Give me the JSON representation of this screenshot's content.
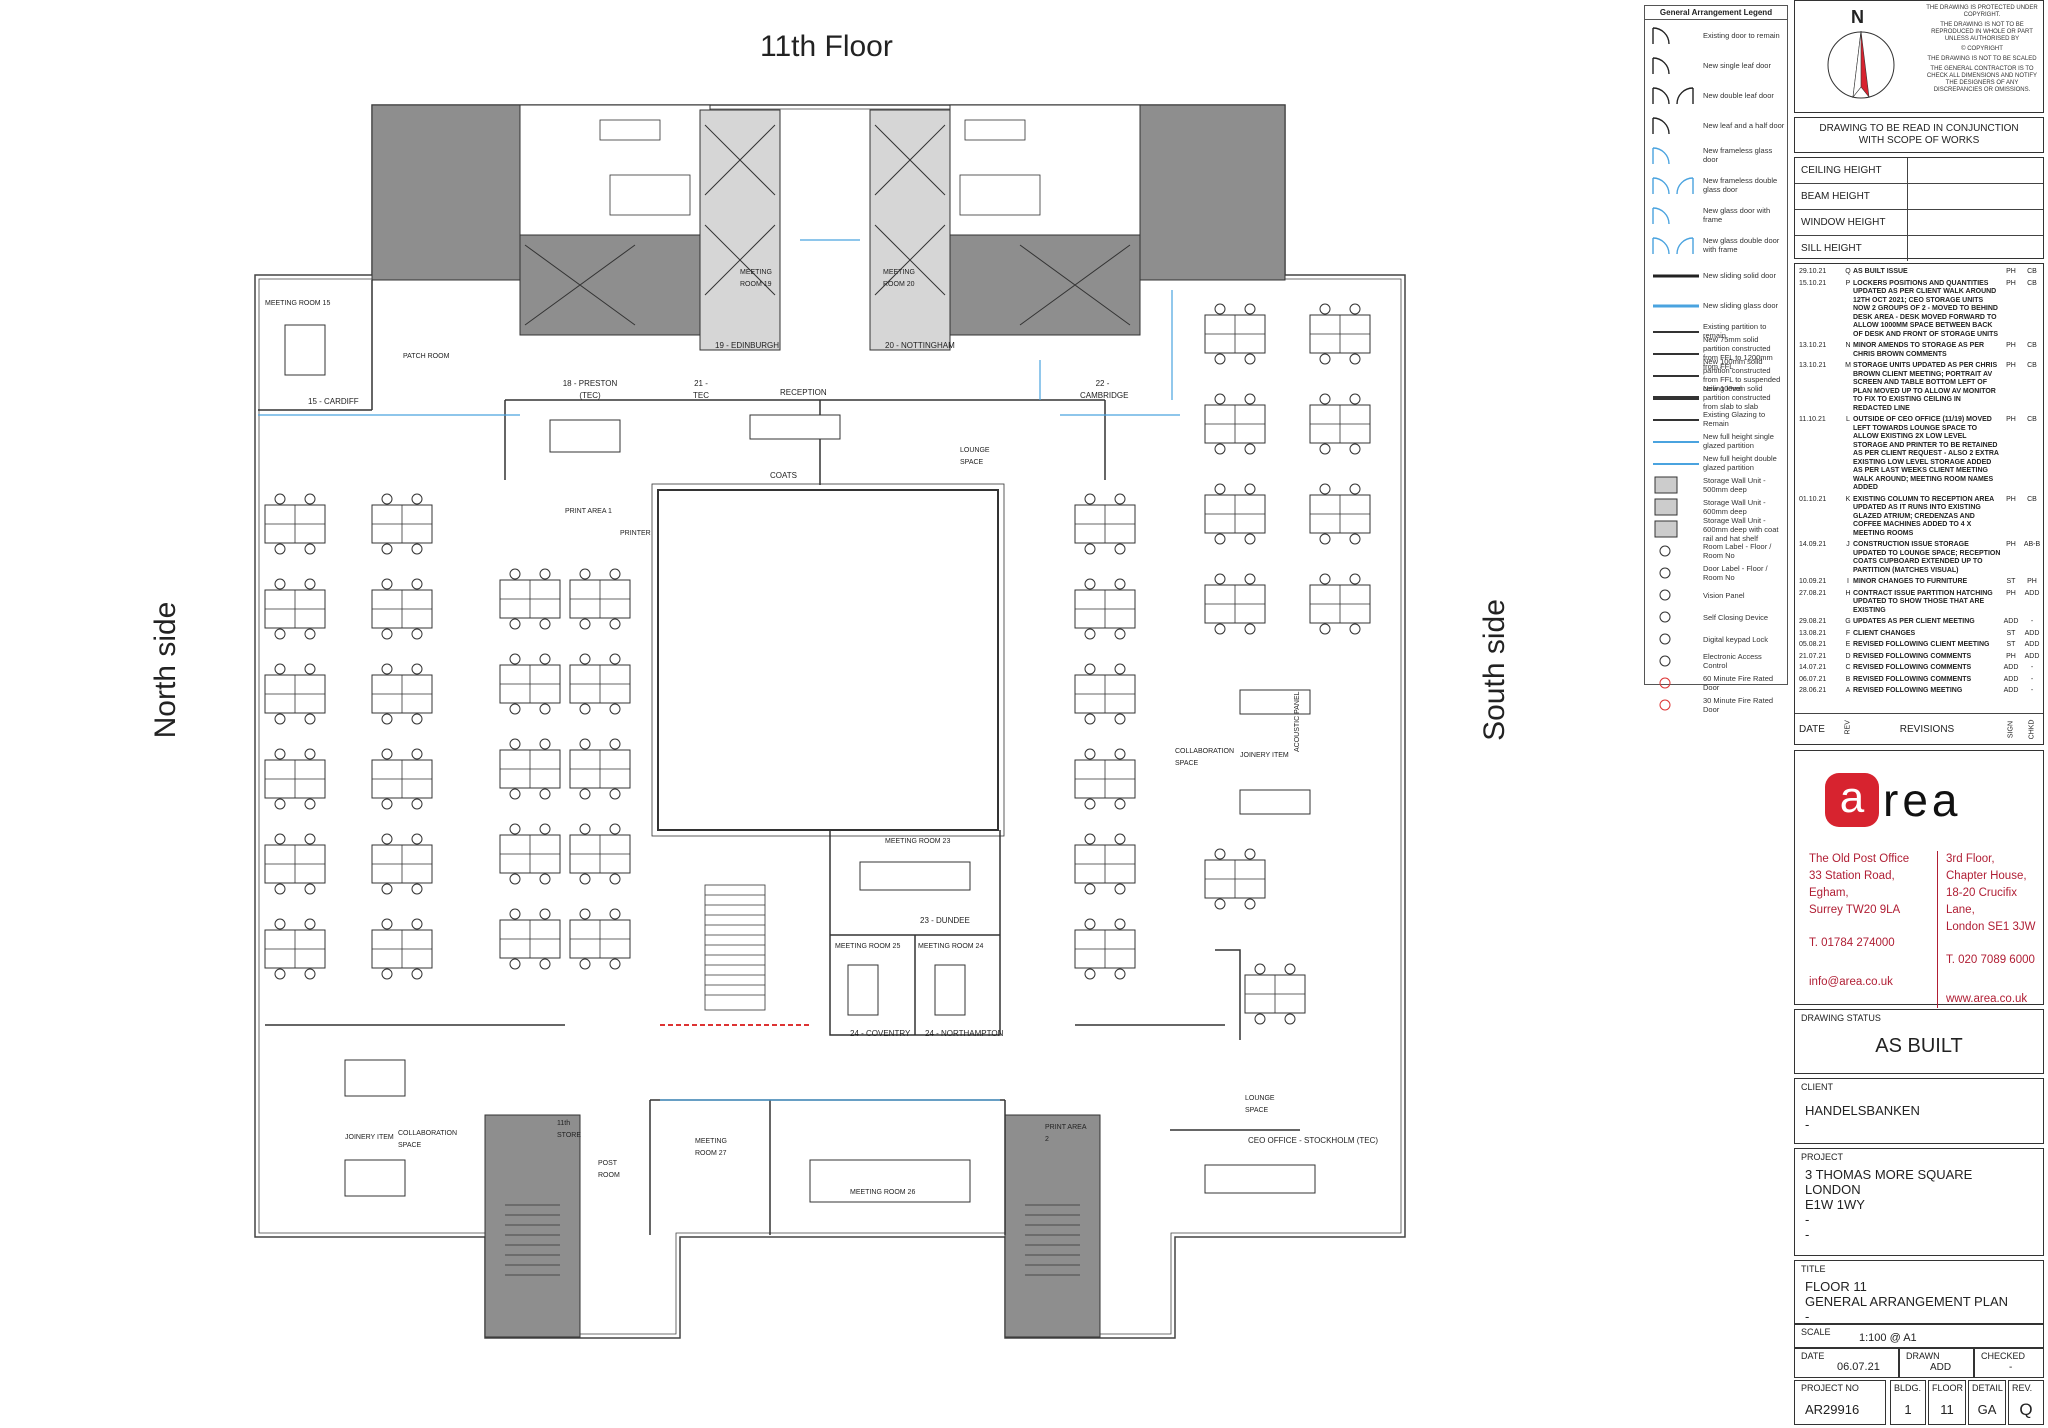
{
  "page_title": "11th Floor",
  "side_left": "North side",
  "side_right": "South side",
  "rooms": {
    "r15": "MEETING ROOM 15",
    "cardiff": "15 - CARDIFF",
    "patch": "PATCH ROOM",
    "edinburgh": "19 - EDINBURGH",
    "mr19": "MEETING ROOM 19",
    "mr20": "MEETING ROOM 20",
    "nottingham": "20 - NOTTINGHAM",
    "preston": "18 - PRESTON (TEC)",
    "tec21": "21 - TEC",
    "reception": "RECEPTION",
    "coats": "COATS",
    "lounge1": "LOUNGE SPACE",
    "cambridge": "22 - CAMBRIDGE",
    "print1": "PRINT AREA 1",
    "printer": "PRINTER",
    "mr23": "MEETING ROOM 23",
    "dundee": "23 - DUNDEE",
    "mr25": "MEETING ROOM 25",
    "mr24": "MEETING ROOM 24",
    "coventry": "24 - COVENTRY",
    "northampton": "24 - NORTHAMPTON",
    "collab1": "COLLABORATION SPACE",
    "joinery1": "JOINERY ITEM",
    "acoustic": "ACOUSTIC PANEL",
    "collab2": "COLLABORATION SPACE",
    "joinery2": "JOINERY ITEM",
    "store": "11th STORE",
    "post": "POST ROOM",
    "mr27": "MEETING ROOM 27",
    "mr26": "MEETING ROOM 26",
    "print2": "PRINT AREA 2",
    "lounge2": "LOUNGE SPACE",
    "ceo": "CEO OFFICE - STOCKHOLM (TEC)"
  },
  "legend": {
    "title": "General Arrangement Legend",
    "items": [
      "Existing door to remain",
      "New single leaf door",
      "New double leaf door",
      "New leaf and a half door",
      "New frameless glass door",
      "New frameless double glass door",
      "New glass door with frame",
      "New glass double door with frame",
      "New sliding solid door",
      "New sliding glass door",
      "Existing partition to remain",
      "New 75mm solid partition constructed from FFL to 1200mm from FFL",
      "New 100mm solid partition constructed from FFL to suspended ceiling level",
      "New 100mm solid partition constructed from slab to slab",
      "Existing Glazing to Remain",
      "New full height single glazed partition",
      "New full height double glazed partition",
      "Storage Wall Unit - 500mm deep",
      "Storage Wall Unit - 600mm deep",
      "Storage Wall Unit - 600mm deep with coat rail and hat shelf",
      "Room Label - Floor / Room No",
      "Door Label - Floor / Room No",
      "Vision Panel",
      "Self Closing Device",
      "Digital keypad Lock",
      "Electronic Access Control",
      "60 Minute Fire Rated Door",
      "30 Minute Fire Rated Door"
    ]
  },
  "north": {
    "letter": "N",
    "notes": [
      "THE DRAWING IS PROTECTED UNDER COPYRIGHT.",
      "THE DRAWING IS NOT TO BE REPRODUCED IN WHOLE OR PART UNLESS AUTHORISED BY",
      "© COPYRIGHT",
      "THE DRAWING IS NOT TO BE SCALED",
      "THE GENERAL CONTRACTOR IS TO CHECK ALL DIMENSIONS AND NOTIFY THE DESIGNERS OF ANY DISCREPANCIES OR OMISSIONS."
    ]
  },
  "read_with": "DRAWING TO BE READ IN CONJUNCTION WITH SCOPE OF WORKS",
  "heights": [
    "CEILING HEIGHT",
    "BEAM HEIGHT",
    "WINDOW HEIGHT",
    "SILL HEIGHT"
  ],
  "revisions": [
    {
      "date": "29.10.21",
      "rev": "Q",
      "desc": "AS BUILT ISSUE",
      "sign": "PH",
      "chkd": "CB"
    },
    {
      "date": "15.10.21",
      "rev": "P",
      "desc": "LOCKERS POSITIONS AND QUANTITIES UPDATED AS PER CLIENT WALK AROUND 12TH OCT 2021; CEO STORAGE UNITS NOW 2 GROUPS OF 2 - MOVED TO BEHIND DESK AREA - DESK MOVED FORWARD TO ALLOW 1000mm SPACE BETWEEN BACK OF DESK AND FRONT OF STORAGE UNITS",
      "sign": "PH",
      "chkd": "CB"
    },
    {
      "date": "13.10.21",
      "rev": "N",
      "desc": "MINOR AMENDS TO STORAGE AS PER CHRIS BROWN COMMENTS",
      "sign": "PH",
      "chkd": "CB"
    },
    {
      "date": "13.10.21",
      "rev": "M",
      "desc": "STORAGE UNITS UPDATED AS PER CHRIS BROWN CLIENT MEETING; PORTRAIT AV SCREEN AND TABLE BOTTOM LEFT OF PLAN MOVED UP TO ALLOW AV MONITOR TO FIX TO EXISTING CEILING IN REDACTED LINE",
      "sign": "PH",
      "chkd": "CB"
    },
    {
      "date": "11.10.21",
      "rev": "L",
      "desc": "OUTSIDE OF CEO OFFICE (11/19) MOVED LEFT TOWARDS LOUNGE SPACE TO ALLOW EXISTING 2x LOW LEVEL STORAGE AND PRINTER TO BE RETAINED AS PER CLIENT REQUEST - ALSO 2 EXTRA EXISTING LOW LEVEL STORAGE ADDED AS PER LAST WEEKS CLIENT MEETING WALK AROUND; MEETING ROOM NAMES ADDED",
      "sign": "PH",
      "chkd": "CB"
    },
    {
      "date": "01.10.21",
      "rev": "K",
      "desc": "EXISTING COLUMN TO RECEPTION AREA UPDATED AS IT RUNS INTO EXISTING GLAZED ATRIUM; CREDENZAS AND COFFEE MACHINES ADDED TO 4 x MEETING ROOMS",
      "sign": "PH",
      "chkd": "CB"
    },
    {
      "date": "14.09.21",
      "rev": "J",
      "desc": "CONSTRUCTION ISSUE STORAGE UPDATED TO LOUNGE SPACE; RECEPTION COATS CUPBOARD EXTENDED UP TO PARTITION (MATCHES VISUAL)",
      "sign": "PH",
      "chkd": "AB-B"
    },
    {
      "date": "10.09.21",
      "rev": "I",
      "desc": "MINOR CHANGES TO FURNITURE",
      "sign": "ST",
      "chkd": "PH"
    },
    {
      "date": "27.08.21",
      "rev": "H",
      "desc": "CONTRACT ISSUE PARTITION HATCHING UPDATED TO SHOW THOSE THAT ARE EXISTING",
      "sign": "PH",
      "chkd": "ADD"
    },
    {
      "date": "29.08.21",
      "rev": "G",
      "desc": "UPDATES AS PER CLIENT MEETING",
      "sign": "ADD",
      "chkd": "-"
    },
    {
      "date": "13.08.21",
      "rev": "F",
      "desc": "CLIENT CHANGES",
      "sign": "ST",
      "chkd": "ADD"
    },
    {
      "date": "05.08.21",
      "rev": "E",
      "desc": "REVISED FOLLOWING CLIENT MEETING",
      "sign": "ST",
      "chkd": "ADD"
    },
    {
      "date": "21.07.21",
      "rev": "D",
      "desc": "REVISED FOLLOWING COMMENTS",
      "sign": "PH",
      "chkd": "ADD"
    },
    {
      "date": "14.07.21",
      "rev": "C",
      "desc": "REVISED FOLLOWING COMMENTS",
      "sign": "ADD",
      "chkd": "-"
    },
    {
      "date": "06.07.21",
      "rev": "B",
      "desc": "REVISED FOLLOWING COMMENTS",
      "sign": "ADD",
      "chkd": "-"
    },
    {
      "date": "28.06.21",
      "rev": "A",
      "desc": "REVISED FOLLOWING MEETING",
      "sign": "ADD",
      "chkd": "-"
    }
  ],
  "rev_header": {
    "date": "DATE",
    "rev": "REV",
    "revisions": "REVISIONS",
    "sign": "SIGN",
    "chkd": "CHKD"
  },
  "company": {
    "logo": "area",
    "addr1": [
      "The Old Post Office",
      "33 Station Road,",
      "Egham,",
      "Surrey TW20 9LA"
    ],
    "tel1": "T. 01784 274000",
    "addr2": [
      "3rd Floor,",
      "Chapter House,",
      "18-20 Crucifix Lane,",
      "London SE1 3JW"
    ],
    "tel2": "T. 020 7089 6000",
    "email": "info@area.co.uk",
    "web": "www.area.co.uk",
    "brand_color": "#d7232f"
  },
  "status": {
    "label": "DRAWING STATUS",
    "value": "AS BUILT"
  },
  "client": {
    "label": "CLIENT",
    "value": "HANDELSBANKEN",
    "extra": "-"
  },
  "project": {
    "label": "PROJECT",
    "lines": [
      "3 THOMAS MORE SQUARE",
      "LONDON",
      "E1W 1WY",
      "-",
      "-"
    ]
  },
  "title_block": {
    "label": "TITLE",
    "lines": [
      "FLOOR 11",
      "GENERAL ARRANGEMENT PLAN",
      "-"
    ]
  },
  "scale": {
    "label": "SCALE",
    "value": "1:100 @ A1"
  },
  "date": {
    "label": "DATE",
    "value": "06.07.21"
  },
  "drawn": {
    "label": "DRAWN",
    "value": "ADD"
  },
  "checked": {
    "label": "CHECKED",
    "value": "-"
  },
  "project_no": {
    "label": "PROJECT NO",
    "value": "AR29916"
  },
  "bldg": {
    "label": "BLDG.",
    "value": "1"
  },
  "floor": {
    "label": "FLOOR",
    "value": "11"
  },
  "detail": {
    "label": "DETAIL",
    "value": "GA"
  },
  "rev": {
    "label": "REV.",
    "value": "Q"
  }
}
